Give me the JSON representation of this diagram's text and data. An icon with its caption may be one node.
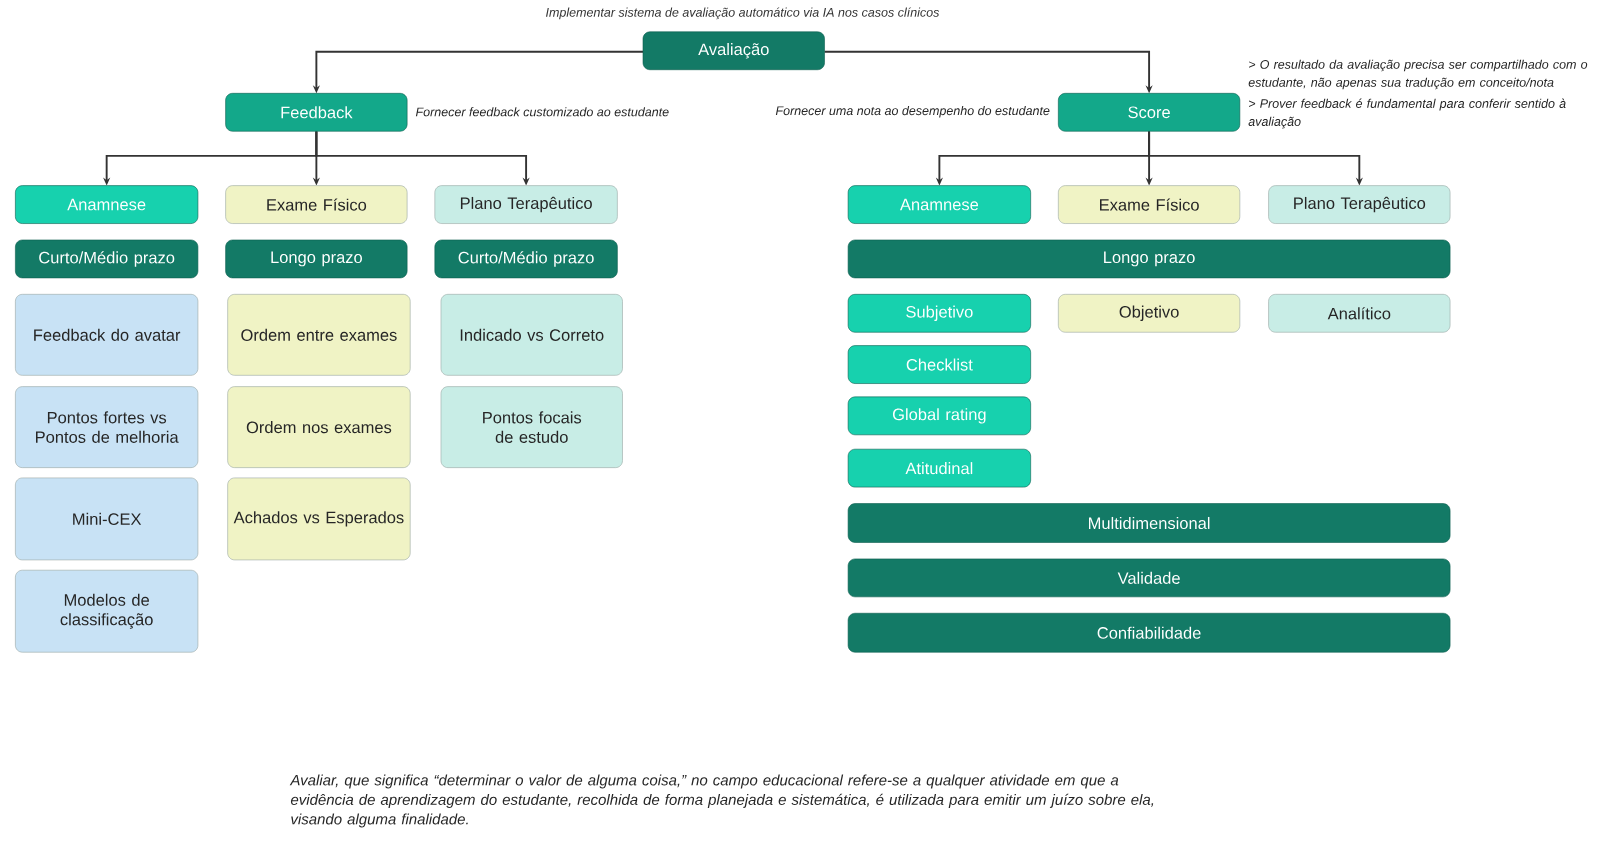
{
  "diagram": {
    "title": "Implementar sistema de avaliação automático via IA nos casos clínicos",
    "caption": "Avaliar, que significa “determinar o valor de alguma coisa,” no campo educacional refere-se a qualquer atividade em que a evidência de aprendizagem do estudante, recolhida de forma planejada e sistemática, é utilizada para emitir um juízo sobre ela, visando alguma finalidade.",
    "nodes": [
      {
        "text": [
          "Avaliação"
        ]
      },
      {
        "text": [
          "Feedback"
        ],
        "beside": [
          "Fornecer feedback customizado ao estudante"
        ]
      },
      {
        "text": [
          "Score"
        ],
        "beside": [
          "Fornecer uma nota ao desempenho do estudante",
          "> O resultado da avaliação precisa ser compartilhado com o estudante, não apenas sua tradução em conceito/nota",
          "> Prover feedback é fundamental para conferir sentido à avaliação"
        ]
      },
      {
        "text": [
          "Anamnese"
        ]
      },
      {
        "text": [
          "Exame Físico"
        ]
      },
      {
        "text": [
          "Plano Terapêutico"
        ]
      },
      {
        "text": [
          "Curto/Médio prazo"
        ]
      },
      {
        "text": [
          "Longo prazo"
        ]
      },
      {
        "text": [
          "Curto/Médio prazo"
        ]
      },
      {
        "text": [
          "Feedback do avatar"
        ]
      },
      {
        "text": [
          "Pontos fortes vs Pontos de melhoria"
        ]
      },
      {
        "text": [
          "Mini-CEX"
        ]
      },
      {
        "text": [
          "Modelos de classificação"
        ]
      },
      {
        "text": [
          "Ordem entre exames"
        ]
      },
      {
        "text": [
          "Ordem nos exames"
        ]
      },
      {
        "text": [
          "Achados vs Esperados"
        ]
      },
      {
        "text": [
          "Indicado vs Correto"
        ]
      },
      {
        "text": [
          "Pontos focais de estudo"
        ]
      },
      {
        "text": [
          "Anamnese"
        ]
      },
      {
        "text": [
          "Exame Físico"
        ]
      },
      {
        "text": [
          "Plano Terapêutico"
        ]
      },
      {
        "text": [
          "Longo prazo"
        ]
      },
      {
        "text": [
          "Subjetivo"
        ]
      },
      {
        "text": [
          "Objetivo"
        ]
      },
      {
        "text": [
          "Analítico"
        ]
      },
      {
        "text": [
          "Checklist"
        ]
      },
      {
        "text": [
          "Global rating"
        ]
      },
      {
        "text": [
          "Atitudinal"
        ]
      },
      {
        "text": [
          "Multidimensional"
        ]
      },
      {
        "text": [
          "Validade"
        ]
      },
      {
        "text": [
          "Confiabilidade"
        ]
      }
    ],
    "edges": [
      {
        "from": 0,
        "to": 1,
        "arrow": "to"
      },
      {
        "from": 0,
        "to": 2,
        "arrow": "to"
      },
      {
        "from": 1,
        "to": 3,
        "arrow": "to"
      },
      {
        "from": 1,
        "to": 4,
        "arrow": "to"
      },
      {
        "from": 1,
        "to": 5,
        "arrow": "to"
      },
      {
        "from": 2,
        "to": 18,
        "arrow": "to"
      },
      {
        "from": 2,
        "to": 19,
        "arrow": "to"
      },
      {
        "from": 2,
        "to": 20,
        "arrow": "to"
      }
    ]
  }
}
